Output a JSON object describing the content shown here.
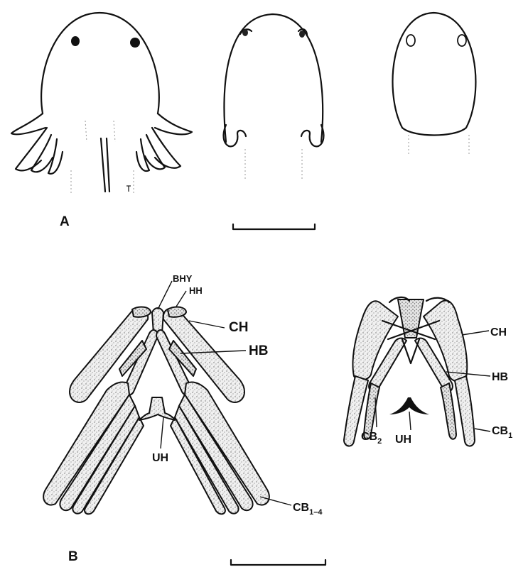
{
  "panels": {
    "a": {
      "label": "A"
    },
    "b": {
      "label": "B"
    }
  },
  "labels": {
    "bhy": "BHY",
    "hh": "HH",
    "ch_left": "CH",
    "hb_left": "HB",
    "uh_left": "UH",
    "cb14_main": "CB",
    "cb14_sub": "1–4",
    "ch_right": "CH",
    "hb_right": "HB",
    "cb2_main": "CB",
    "cb2_sub": "2",
    "uh_right": "UH",
    "cb1_main": "CB",
    "cb1_sub": "1"
  }
}
